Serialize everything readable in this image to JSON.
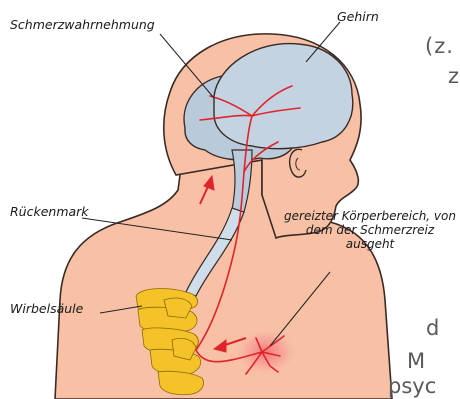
{
  "labels": {
    "pain_perception": "Schmerzwahrnehmung",
    "brain": "Gehirn",
    "spinal_cord": "Rückenmark",
    "spine": "Wirbelsäule",
    "irritated_area": "gereizter Körperbereich, von dem der Schmerzreiz ausgeht"
  },
  "side_text": [
    "(z.",
    "z",
    "d",
    "M",
    "psyc"
  ],
  "colors": {
    "skin": "#f8c1a6",
    "skin_outline": "#3a2a25",
    "brain": "#b9cadb",
    "nerve": "#e0242c",
    "vertebrae": "#f6c22a",
    "spinal_cord": "#cfdcea",
    "pain_glow": "#f47d7a"
  }
}
